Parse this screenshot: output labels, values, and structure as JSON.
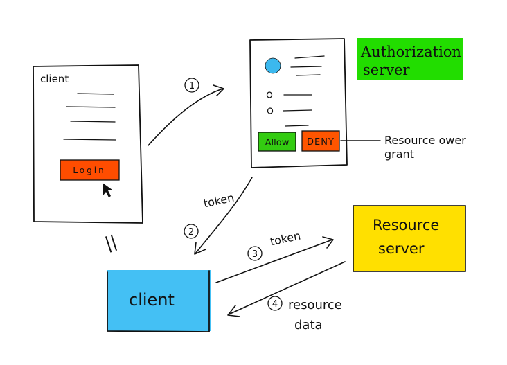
{
  "colors": {
    "ink": "#111111",
    "login_button": "#ff4d00",
    "avatar": "#3bb8ee",
    "allow_button": "#33cc11",
    "deny_button": "#ff5500",
    "auth_label_bg": "#22dd00",
    "resource_server_bg": "#ffe000",
    "client_box_bg": "#44c0f4"
  },
  "login_screen": {
    "title": "client",
    "login_button": "Login"
  },
  "auth_screen": {
    "allow_button": "Allow",
    "deny_button": "DENY"
  },
  "labels": {
    "auth_server_line1": "Authorization",
    "auth_server_line2": "server",
    "grant_line1": "Resource ower",
    "grant_line2": "grant",
    "resource_server_line1": "Resource",
    "resource_server_line2": "server",
    "client_box": "client",
    "equals_sign": "||"
  },
  "steps": [
    {
      "number": "1",
      "label": ""
    },
    {
      "number": "2",
      "label": "token"
    },
    {
      "number": "3",
      "label": "token"
    },
    {
      "number": "4",
      "label_line1": "resource",
      "label_line2": "data"
    }
  ],
  "icons": {
    "cursor": "mouse-pointer-icon",
    "avatar": "user-avatar-icon"
  }
}
